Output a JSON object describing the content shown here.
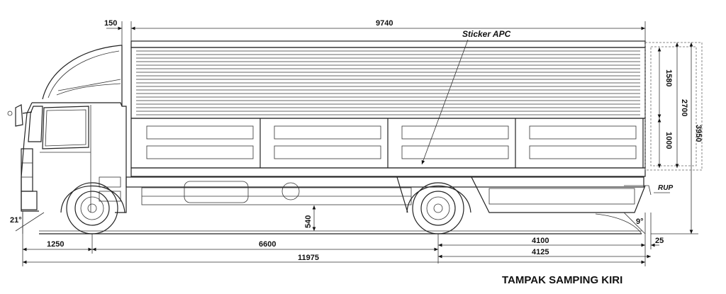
{
  "title": "TAMPAK SAMPING KIRI",
  "callouts": {
    "sticker": "Sticker APC",
    "rup": "RUP"
  },
  "dimensions": {
    "cab_gap": "150",
    "body_length": "9740",
    "front_overhang": "1250",
    "wheelbase": "6600",
    "overall_length": "11975",
    "rear_overhang_a": "4100",
    "rear_overhang_b": "4125",
    "rear_offset": "25",
    "ground_clearance": "540",
    "upper_panel_height": "1580",
    "lower_panel_height": "1000",
    "body_height": "2700",
    "overall_height": "3950",
    "approach_angle": "21°",
    "departure_angle": "9°"
  }
}
